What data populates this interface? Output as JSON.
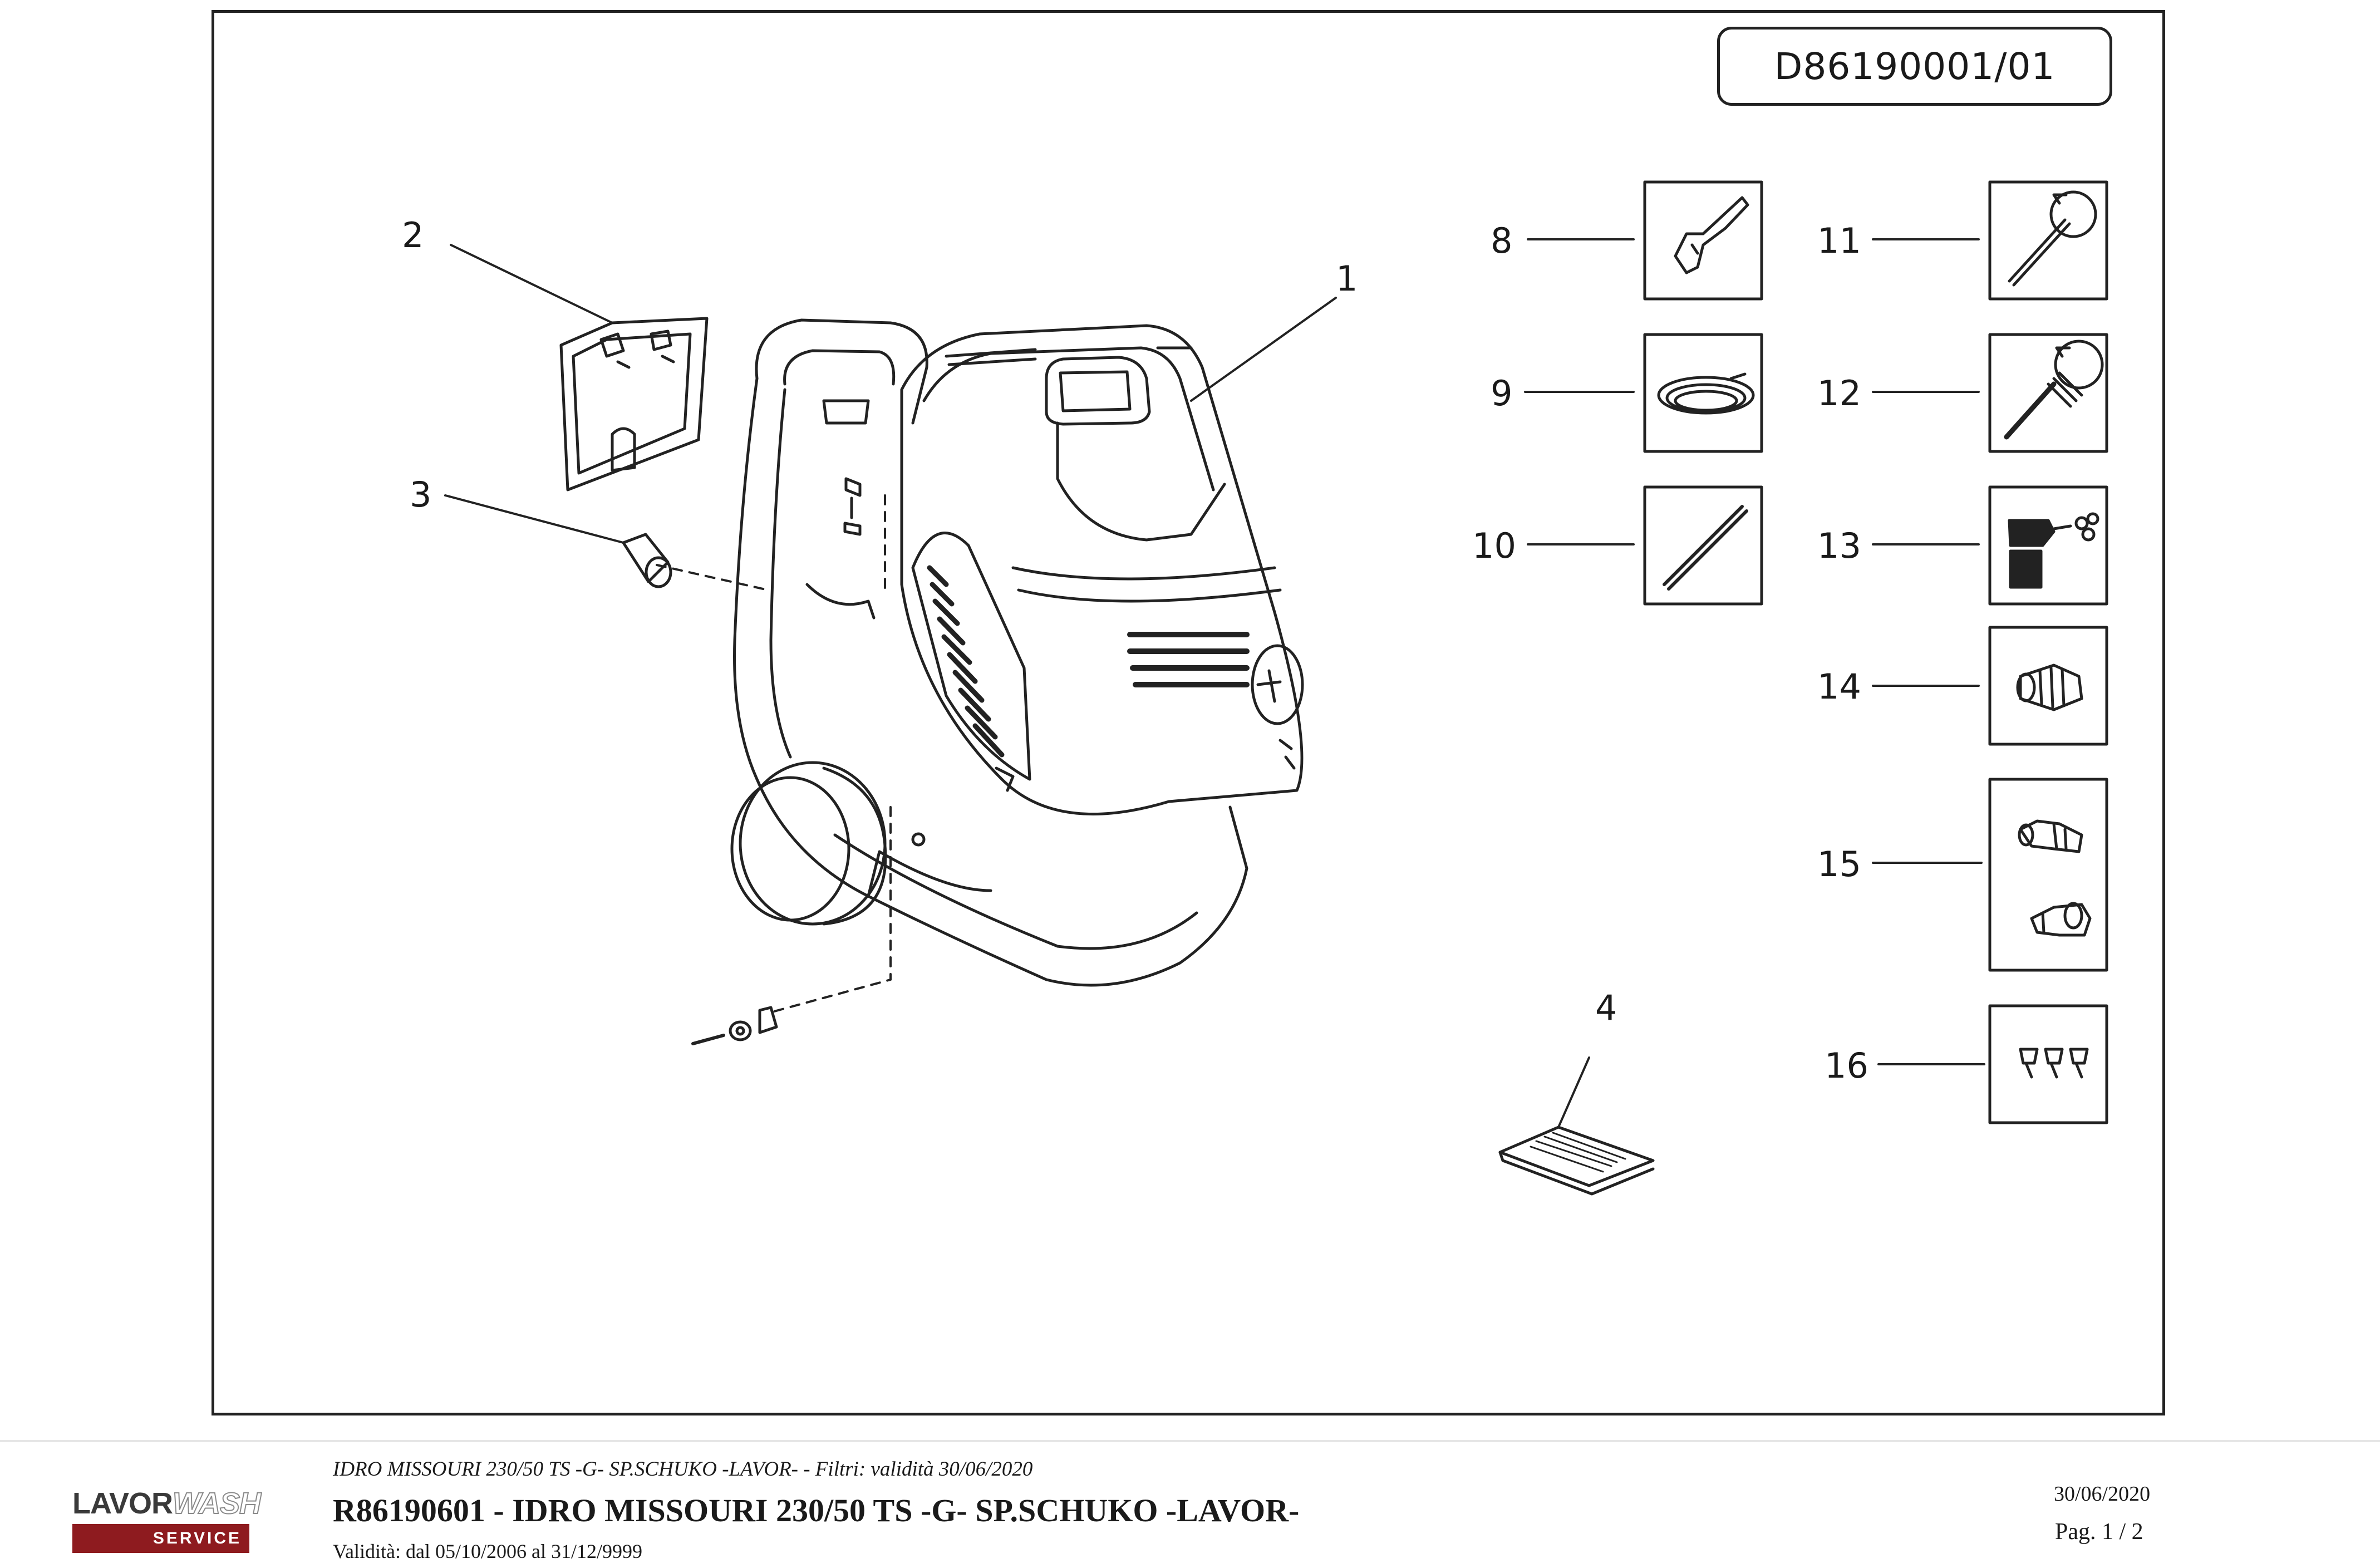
{
  "document": {
    "code": "D86190001/01"
  },
  "callouts": [
    "1",
    "2",
    "3",
    "4",
    "8",
    "9",
    "10",
    "11",
    "12",
    "13",
    "14",
    "15",
    "16"
  ],
  "accessory_icons": {
    "8": "spray-gun-icon",
    "9": "hose-coil-icon",
    "10": "lance-icon",
    "11": "rotating-nozzle-lance-icon",
    "12": "rotating-brush-lance-icon",
    "13": "foam-sprayer-icon",
    "14": "quick-coupling-icon",
    "15": "hose-connector-set-icon",
    "16": "nozzle-set-icon"
  },
  "logo": {
    "brand_left": "LAVOR",
    "brand_right": "WASH",
    "service": "SERVICE",
    "color": "#8e1b1f"
  },
  "footer": {
    "subtitle": "IDRO MISSOURI 230/50 TS -G- SP.SCHUKO -LAVOR- - Filtri: validità 30/06/2020",
    "title": "R86190601 - IDRO MISSOURI 230/50 TS -G- SP.SCHUKO -LAVOR-",
    "validity": "Validità: dal 05/10/2006 al 31/12/9999",
    "date": "30/06/2020",
    "page": "Pag. 1 / 2"
  }
}
